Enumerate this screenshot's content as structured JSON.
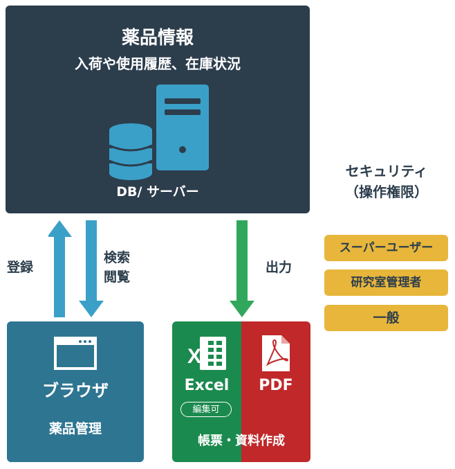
{
  "db_panel": {
    "title": "薬品情報",
    "subtitle": "入荷や使用履歴、在庫状況",
    "label": "DB/ サーバー"
  },
  "arrows": {
    "register": "登録",
    "search_line1": "検索",
    "search_line2": "閲覧",
    "output": "出力"
  },
  "browser_panel": {
    "title": "ブラウザ",
    "subtitle": "薬品管理"
  },
  "output_panel": {
    "excel": "Excel",
    "excel_badge": "編集可",
    "pdf": "PDF",
    "subtitle": "帳票・資料作成"
  },
  "security": {
    "title_line1": "セキュリティ",
    "title_line2": "（操作権限）",
    "roles": [
      "スーパーユーザー",
      "研究室管理者",
      "一般"
    ]
  },
  "colors": {
    "navy": "#2c3d4c",
    "blue": "#2e7592",
    "light_blue": "#3aa0c8",
    "green": "#1b8a4e",
    "arrow_green": "#31a75b",
    "red": "#c0282a",
    "gold": "#e7b63a"
  }
}
